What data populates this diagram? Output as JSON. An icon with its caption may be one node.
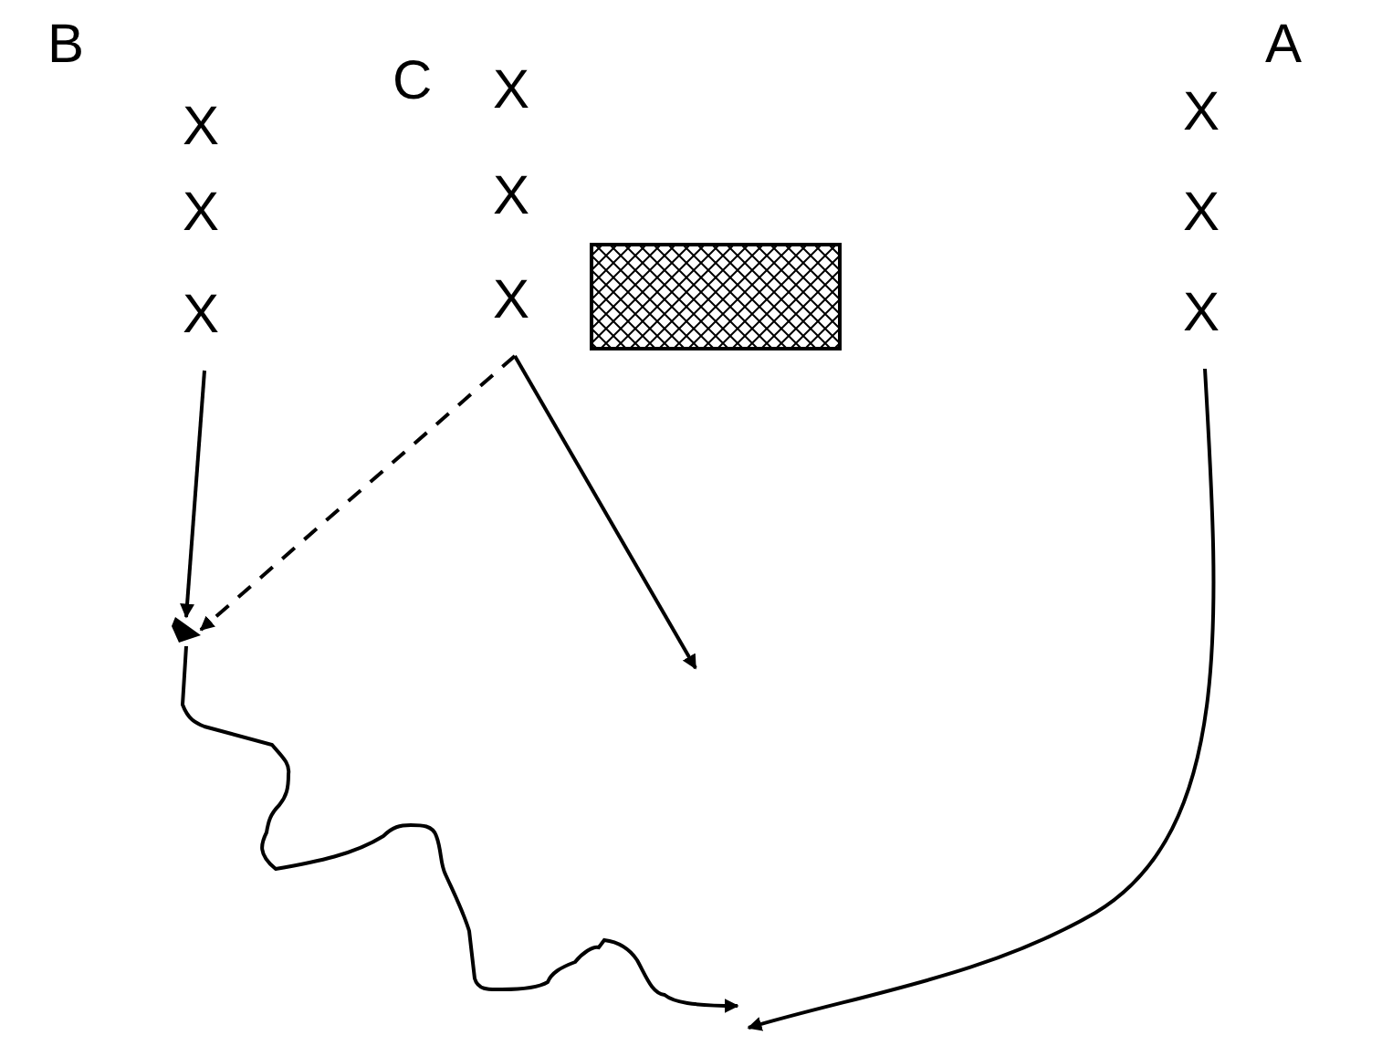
{
  "diagram": {
    "nodes": [
      {
        "text": [
          "X"
        ]
      },
      {
        "text": [
          "X"
        ]
      },
      {
        "text": [
          "X"
        ]
      },
      {
        "text": [
          "X"
        ]
      },
      {
        "text": [
          "X"
        ]
      },
      {
        "text": [
          "X"
        ]
      },
      {
        "text": [
          "X"
        ]
      },
      {
        "text": [
          "X"
        ]
      },
      {
        "text": [
          "X"
        ]
      },
      {
        "text": [],
        "shape": "box"
      },
      {
        "text": [],
        "shape": "diamond"
      }
    ],
    "edges": [
      {
        "from": 2,
        "to": 10,
        "arrow": "to"
      },
      {
        "from": 5,
        "to": 10,
        "arrow": "to",
        "style": "dashed"
      },
      {
        "from": 5,
        "to": null,
        "arrow": "to"
      },
      {
        "from": 10,
        "to": null,
        "arrow": "to"
      },
      {
        "from": 8,
        "to": null,
        "arrow": "to"
      }
    ],
    "labels": [
      "B",
      "C",
      "A"
    ]
  }
}
